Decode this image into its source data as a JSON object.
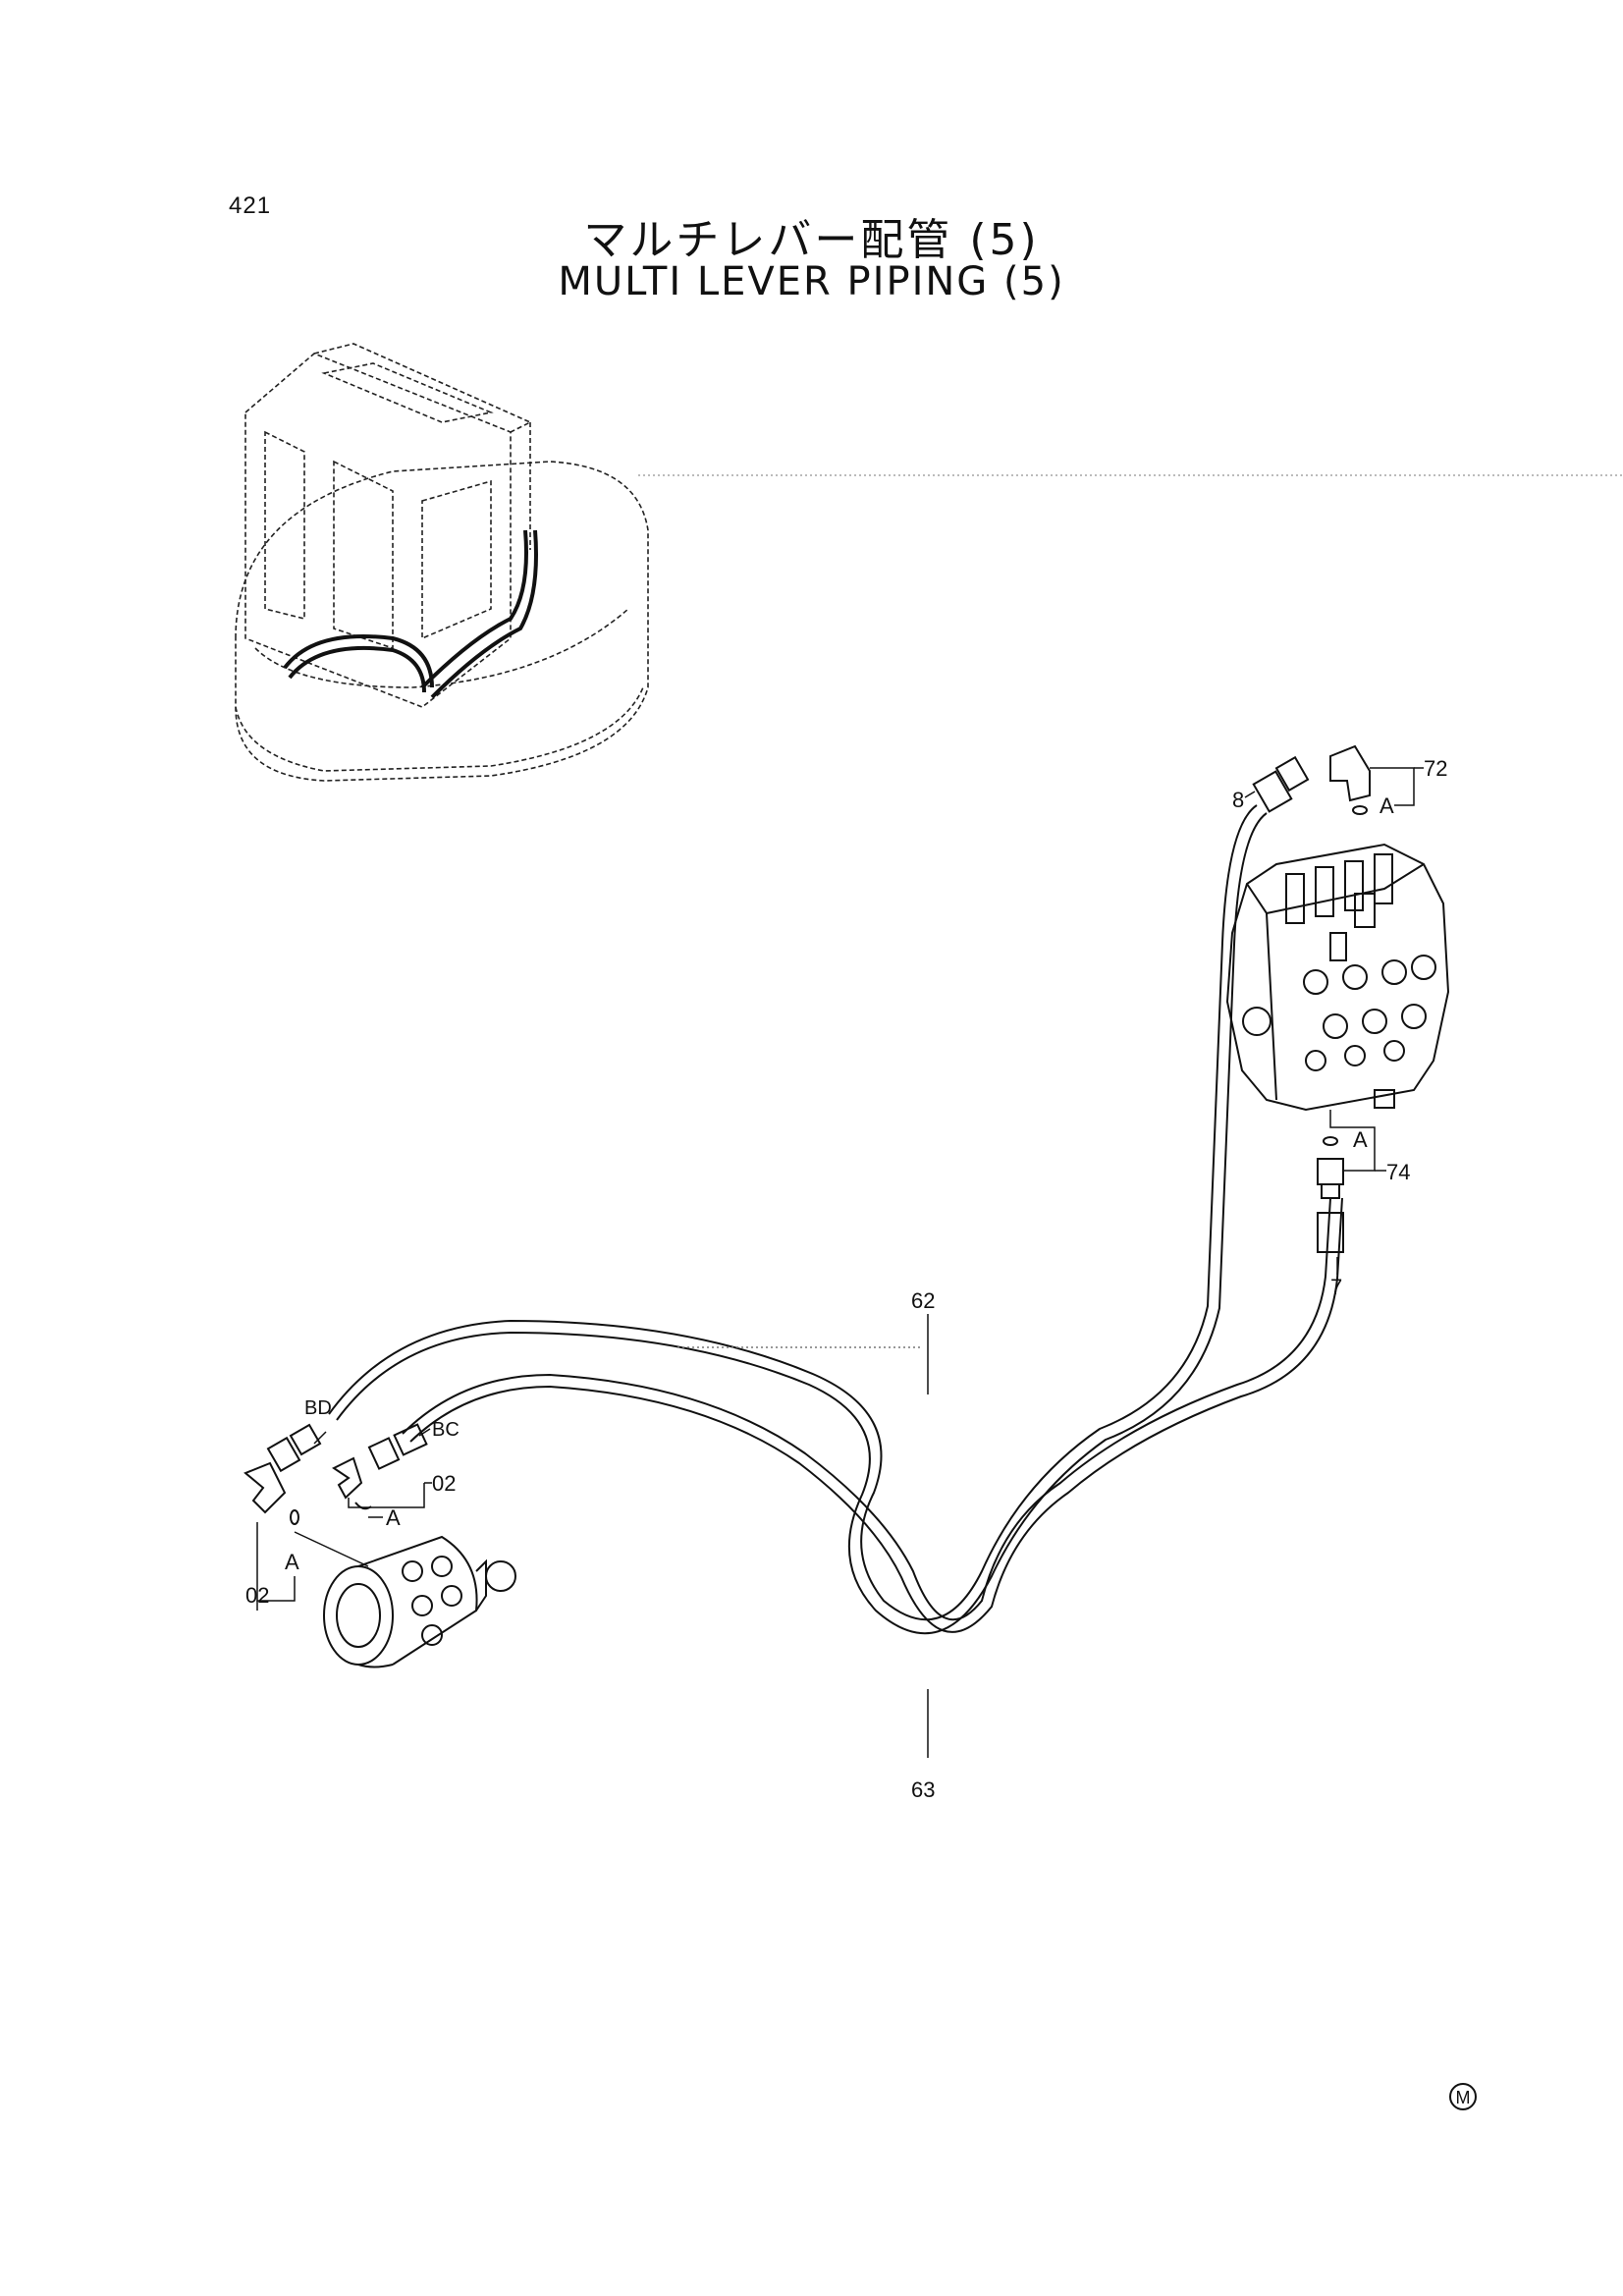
{
  "page_number": "421",
  "title_japanese": "マルチレバー配管 (5)",
  "title_english": "MULTI LEVER PIPING (5)",
  "callouts": {
    "part_72": "72",
    "part_74": "74",
    "part_8": "8",
    "part_7": "7",
    "part_62": "62",
    "part_63": "63",
    "part_02_upper": "02",
    "part_02_lower": "02",
    "port_bd": "BD",
    "port_bc": "BC",
    "detail_a_72": "A",
    "detail_a_74": "A",
    "detail_a_02_upper": "A",
    "detail_a_02_lower": "A"
  },
  "mark": "M"
}
